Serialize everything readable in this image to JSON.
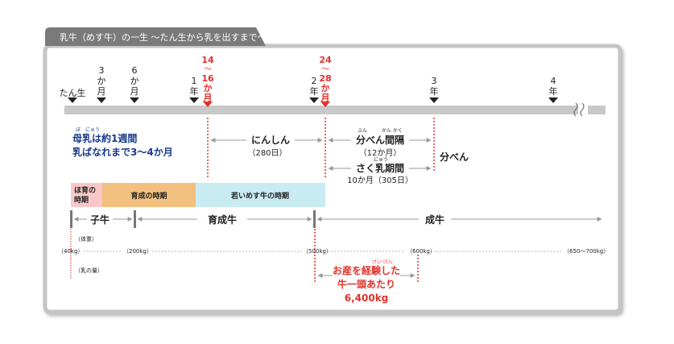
{
  "title": "乳牛（めす牛）の一生 ～たん生から乳を出すまで～",
  "timeline": {
    "milestones": [
      {
        "id": "birth",
        "label": "たん生",
        "color": "#222222"
      },
      {
        "id": "m3",
        "lines": [
          "3",
          "か",
          "月"
        ],
        "color": "#222222"
      },
      {
        "id": "m6",
        "lines": [
          "6",
          "か",
          "月"
        ],
        "color": "#222222"
      },
      {
        "id": "y1",
        "lines": [
          "1",
          "年"
        ],
        "color": "#222222"
      },
      {
        "id": "m14_16",
        "lines": [
          "14",
          "～",
          "16",
          "か",
          "月"
        ],
        "color": "#e0322b"
      },
      {
        "id": "y2",
        "lines": [
          "2",
          "年"
        ],
        "color": "#222222"
      },
      {
        "id": "m24_28",
        "lines": [
          "24",
          "～",
          "28",
          "か",
          "月"
        ],
        "color": "#e0322b"
      },
      {
        "id": "y3",
        "lines": [
          "3",
          "年"
        ],
        "color": "#222222"
      },
      {
        "id": "y4",
        "lines": [
          "4",
          "年"
        ],
        "color": "#222222"
      }
    ],
    "bar_color": "#c8c8c8"
  },
  "nursing": {
    "line1": "母乳は約1週間",
    "line1_ruby": "ぼ　にゅう",
    "line2": "乳ばなれまで3～4か月",
    "color": "#1a3a8c"
  },
  "pregnancy": {
    "label": "にんしん",
    "value": "（280日）"
  },
  "calving_interval": {
    "label": "分べん間隔",
    "ruby": "ぶん　　　かん かく",
    "value": "（12か月）"
  },
  "milking_period": {
    "label": "さく乳期間",
    "ruby": "にゅう",
    "value": "10か月（305日）"
  },
  "calving": {
    "label": "分べん"
  },
  "periods": [
    {
      "label": "ほ育の\n時期",
      "line1": "ほ育の",
      "line2": "時期",
      "color": "#f8c8c8"
    },
    {
      "label": "育成の時期",
      "color": "#f2c07e"
    },
    {
      "label": "若いめす牛の時期",
      "color": "#c9ecf3"
    }
  ],
  "stages": [
    {
      "label": "子牛"
    },
    {
      "label": "育成牛"
    },
    {
      "label": "成牛"
    }
  ],
  "weight": {
    "header": "（体重）",
    "values": [
      "（40kg）",
      "（200kg）",
      "（500kg）",
      "（600kg）",
      "（650～700kg）"
    ]
  },
  "milk": {
    "header": "（乳の量）",
    "line1": "お産を経験した",
    "ruby": "けい けん",
    "line2": "牛一頭あたり",
    "line3": "6,400kg",
    "color": "#e0322b"
  }
}
